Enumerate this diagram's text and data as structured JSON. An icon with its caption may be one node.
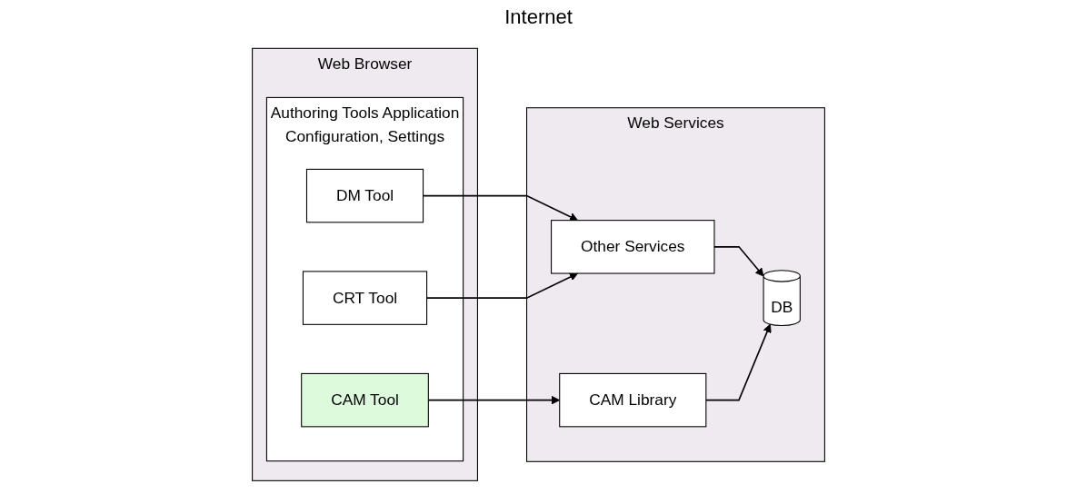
{
  "diagram": {
    "nodes": [
      {
        "text": [
          "Web Browser"
        ]
      },
      {
        "text": [
          "Authoring Tools Application",
          "Configuration, Settings"
        ],
        "in": 0
      },
      {
        "text": [
          "DM Tool"
        ],
        "in": 1
      },
      {
        "text": [
          "CRT Tool"
        ],
        "in": 1
      },
      {
        "text": [
          "CAM Tool"
        ],
        "in": 1
      },
      {
        "text": [
          "Web Services"
        ]
      },
      {
        "text": [
          "Other Services"
        ],
        "in": 5
      },
      {
        "text": [
          "CAM Library"
        ],
        "in": 5
      },
      {
        "text": [
          "DB"
        ],
        "in": 5
      }
    ],
    "edges": [
      {
        "from": 2,
        "to": 6,
        "arrow": "to"
      },
      {
        "from": 3,
        "to": 6,
        "arrow": "to"
      },
      {
        "from": 4,
        "to": 7,
        "arrow": "to"
      },
      {
        "from": 6,
        "to": 8,
        "arrow": "to"
      },
      {
        "from": 7,
        "to": 8,
        "arrow": "to"
      }
    ],
    "labels": [
      "Internet"
    ]
  }
}
